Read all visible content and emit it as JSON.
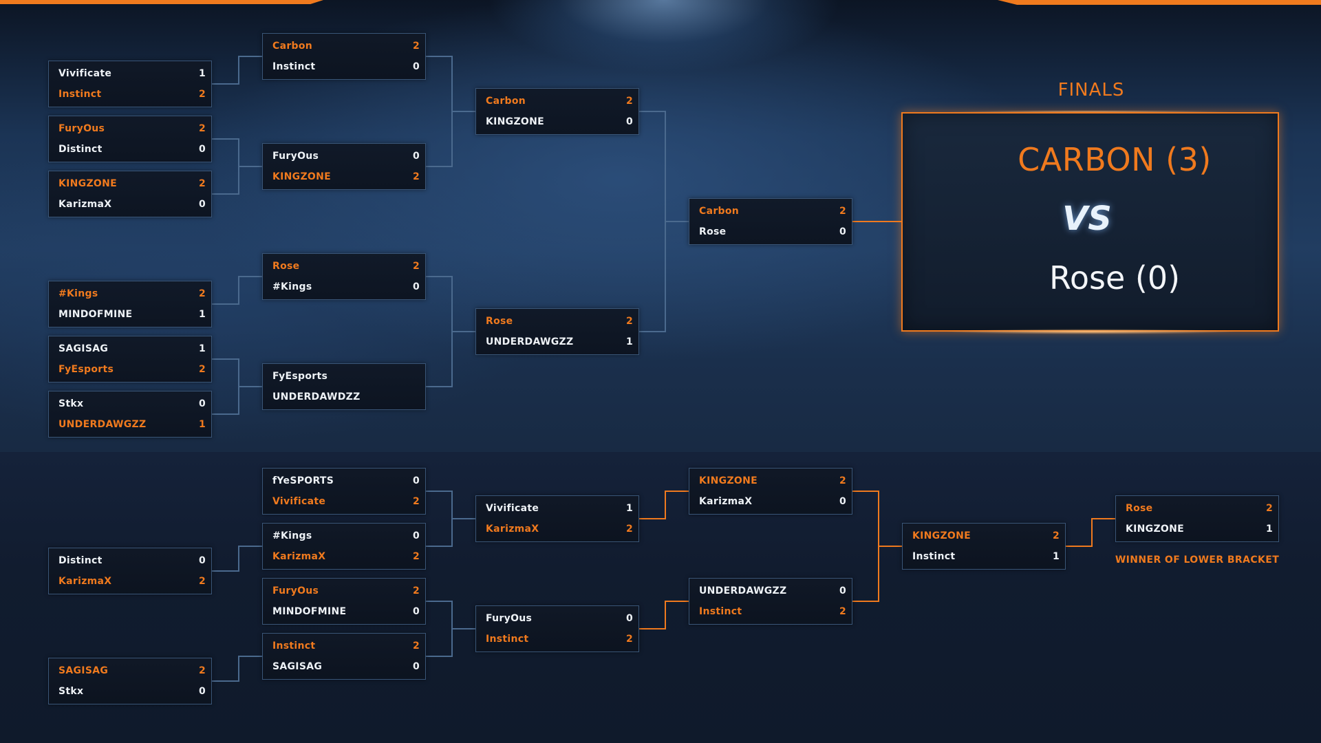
{
  "upper_bracket": {
    "round1": [
      {
        "team1": "Vivificate",
        "score1": "1",
        "team2": "Instinct",
        "score2": "2",
        "winner": 2
      },
      {
        "team1": "FuryOus",
        "score1": "2",
        "team2": "Distinct",
        "score2": "0",
        "winner": 1
      },
      {
        "team1": "KINGZONE",
        "score1": "2",
        "team2": "KarizmaX",
        "score2": "0",
        "winner": 1
      },
      {
        "team1": "#Kings",
        "score1": "2",
        "team2": "MINDOFMINE",
        "score2": "1",
        "winner": 1
      },
      {
        "team1": "SAGISAG",
        "score1": "1",
        "team2": "FyEsports",
        "score2": "2",
        "winner": 2
      },
      {
        "team1": "Stkx",
        "score1": "0",
        "team2": "UNDERDAWGZZ",
        "score2": "1",
        "winner": 2
      }
    ],
    "round2": [
      {
        "team1": "Carbon",
        "score1": "2",
        "team2": "Instinct",
        "score2": "0",
        "winner": 1
      },
      {
        "team1": "FuryOus",
        "score1": "0",
        "team2": "KINGZONE",
        "score2": "2",
        "winner": 2
      },
      {
        "team1": "Rose",
        "score1": "2",
        "team2": "#Kings",
        "score2": "0",
        "winner": 1
      },
      {
        "team1": "FyEsports",
        "score1": "",
        "team2": "UNDERDAWDZZ",
        "score2": "",
        "winner": 0
      }
    ],
    "round3": [
      {
        "team1": "Carbon",
        "score1": "2",
        "team2": "KINGZONE",
        "score2": "0",
        "winner": 1
      },
      {
        "team1": "Rose",
        "score1": "2",
        "team2": "UNDERDAWGZZ",
        "score2": "1",
        "winner": 1
      }
    ],
    "round4": [
      {
        "team1": "Carbon",
        "score1": "2",
        "team2": "Rose",
        "score2": "0",
        "winner": 1
      }
    ]
  },
  "finals": {
    "title": "FINALS",
    "team1": "CARBON (3)",
    "vs": "VS",
    "team2": "Rose (0)"
  },
  "lower_bracket": {
    "round1": [
      {
        "team1": "Distinct",
        "score1": "0",
        "team2": "KarizmaX",
        "score2": "2",
        "winner": 2
      },
      {
        "team1": "SAGISAG",
        "score1": "2",
        "team2": "Stkx",
        "score2": "0",
        "winner": 1
      }
    ],
    "round2": [
      {
        "team1": "fYeSPORTS",
        "score1": "0",
        "team2": "Vivificate",
        "score2": "2",
        "winner": 2
      },
      {
        "team1": "#Kings",
        "score1": "0",
        "team2": "KarizmaX",
        "score2": "2",
        "winner": 2
      },
      {
        "team1": "FuryOus",
        "score1": "2",
        "team2": "MINDOFMINE",
        "score2": "0",
        "winner": 1
      },
      {
        "team1": "Instinct",
        "score1": "2",
        "team2": "SAGISAG",
        "score2": "0",
        "winner": 1
      }
    ],
    "round3": [
      {
        "team1": "Vivificate",
        "score1": "1",
        "team2": "KarizmaX",
        "score2": "2",
        "winner": 2
      },
      {
        "team1": "FuryOus",
        "score1": "0",
        "team2": "Instinct",
        "score2": "2",
        "winner": 2
      }
    ],
    "round4": [
      {
        "team1": "KINGZONE",
        "score1": "2",
        "team2": "KarizmaX",
        "score2": "0",
        "winner": 1
      },
      {
        "team1": "UNDERDAWGZZ",
        "score1": "0",
        "team2": "Instinct",
        "score2": "2",
        "winner": 2
      }
    ],
    "round5": [
      {
        "team1": "KINGZONE",
        "score1": "2",
        "team2": "Instinct",
        "score2": "1",
        "winner": 1
      }
    ],
    "round6": [
      {
        "team1": "Rose",
        "score1": "2",
        "team2": "KINGZONE",
        "score2": "1",
        "winner": 1
      }
    ],
    "winner_label": "WINNER OF LOWER BRACKET"
  },
  "colors": {
    "accent": "#f07a1e",
    "text": "#eef2f6",
    "line": "#4b6a8e",
    "box_border": "#3a5678"
  }
}
